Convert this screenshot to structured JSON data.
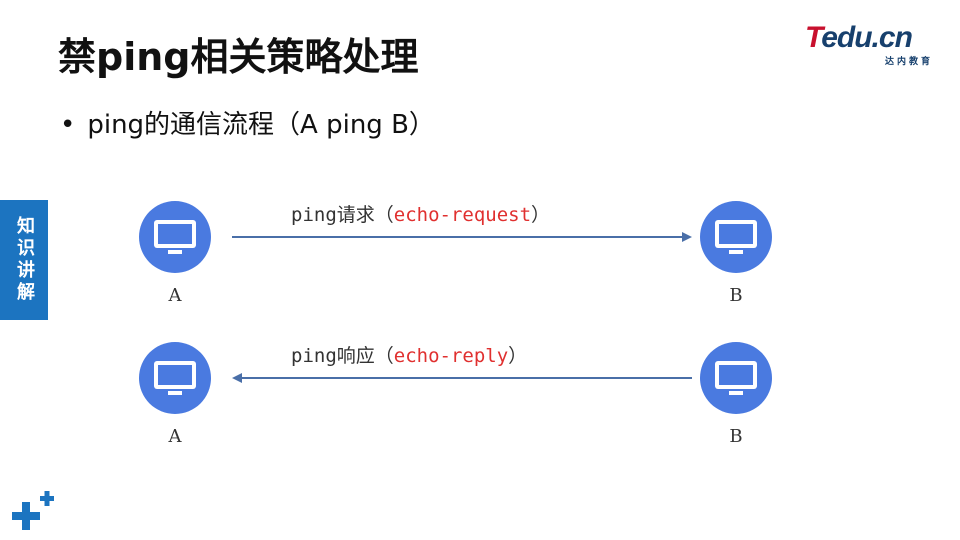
{
  "slide": {
    "title": "禁ping相关策略处理",
    "bullet": "ping的通信流程（A ping B）"
  },
  "logo": {
    "main_t": "T",
    "main_rest": "edu.cn",
    "sub": "达内教育"
  },
  "side_tab": {
    "label": "知识讲解"
  },
  "flow": {
    "request": {
      "prefix": "ping请求（",
      "highlight": "echo-request",
      "suffix": "）",
      "from_label": "A",
      "to_label": "B"
    },
    "reply": {
      "prefix": "ping响应（",
      "highlight": "echo-reply",
      "suffix": "）",
      "from_label": "A",
      "to_label": "B"
    }
  },
  "colors": {
    "node": "#4a7ae0",
    "arrow": "#4a6fa8",
    "highlight": "#e0302f",
    "side_tab": "#1c74c0",
    "logo_red": "#c8102e",
    "logo_blue": "#17406d"
  },
  "icons": {
    "computer": "monitor-icon",
    "corner": "plus-icon"
  }
}
